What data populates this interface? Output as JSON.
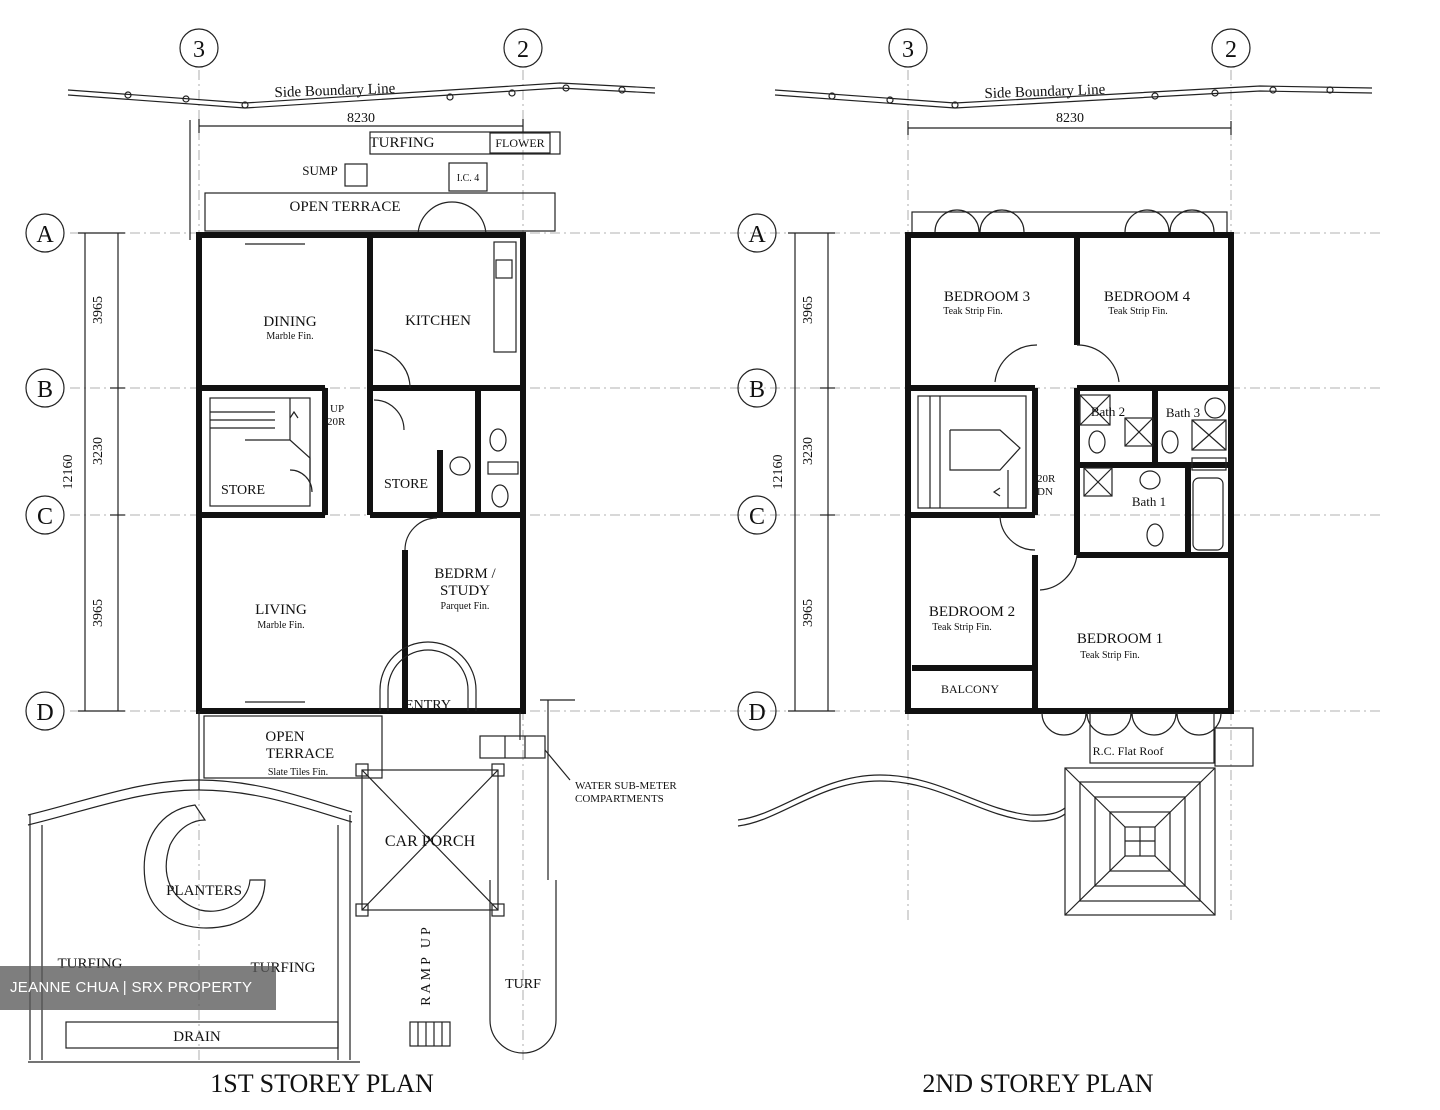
{
  "plans": [
    {
      "title": "1ST STOREY PLAN",
      "grid_cols": [
        "3",
        "2"
      ],
      "grid_rows": [
        "A",
        "B",
        "C",
        "D"
      ],
      "boundary_label": "Side  Boundary  Line",
      "width_dim": "8230",
      "dims": {
        "ab": "3965",
        "bc": "3230",
        "cd": "3965",
        "total": "12160"
      },
      "rooms": {
        "turfing_top": "TURFING",
        "flower": "FLOWER",
        "sump": "SUMP",
        "ic": "I.C. 4",
        "open_terrace_top": "OPEN TERRACE",
        "dining": "DINING",
        "dining_fin": "Marble Fin.",
        "kitchen": "KITCHEN",
        "up": "UP",
        "up_risers": "20R",
        "store_stair": "STORE",
        "store": "STORE",
        "living": "LIVING",
        "living_fin": "Marble Fin.",
        "bedrm": "BEDRM /",
        "study": "STUDY",
        "study_fin": "Parquet Fin.",
        "entry": "ENTRY",
        "open": "OPEN",
        "terrace": "TERRACE",
        "terrace_fin": "Slate Tiles Fin.",
        "water_meter_1": "WATER SUB-METER",
        "water_meter_2": "COMPARTMENTS",
        "car_porch": "CAR PORCH",
        "planters": "PLANTERS",
        "turfing_left": "TURFING",
        "turfing_mid": "TURFING",
        "ramp": "RAMP UP",
        "turf": "TURF",
        "drain": "DRAIN"
      }
    },
    {
      "title": "2ND STOREY PLAN",
      "grid_cols": [
        "3",
        "2"
      ],
      "grid_rows": [
        "A",
        "B",
        "C",
        "D"
      ],
      "boundary_label": "Side  Boundary  Line",
      "width_dim": "8230",
      "dims": {
        "ab": "3965",
        "bc": "3230",
        "cd": "3965",
        "total": "12160"
      },
      "rooms": {
        "bed3": "BEDROOM 3",
        "bed3_fin": "Teak Strip Fin.",
        "bed4": "BEDROOM 4",
        "bed4_fin": "Teak Strip Fin.",
        "bath2": "Bath 2",
        "bath3": "Bath 3",
        "bath1": "Bath 1",
        "dn": "20R",
        "dn2": "DN",
        "bed2": "BEDROOM 2",
        "bed2_fin": "Teak Strip Fin.",
        "bed1": "BEDROOM 1",
        "bed1_fin": "Teak Strip Fin.",
        "balcony": "BALCONY",
        "roof": "R.C. Flat Roof"
      }
    }
  ],
  "watermark": "JEANNE CHUA | SRX PROPERTY"
}
